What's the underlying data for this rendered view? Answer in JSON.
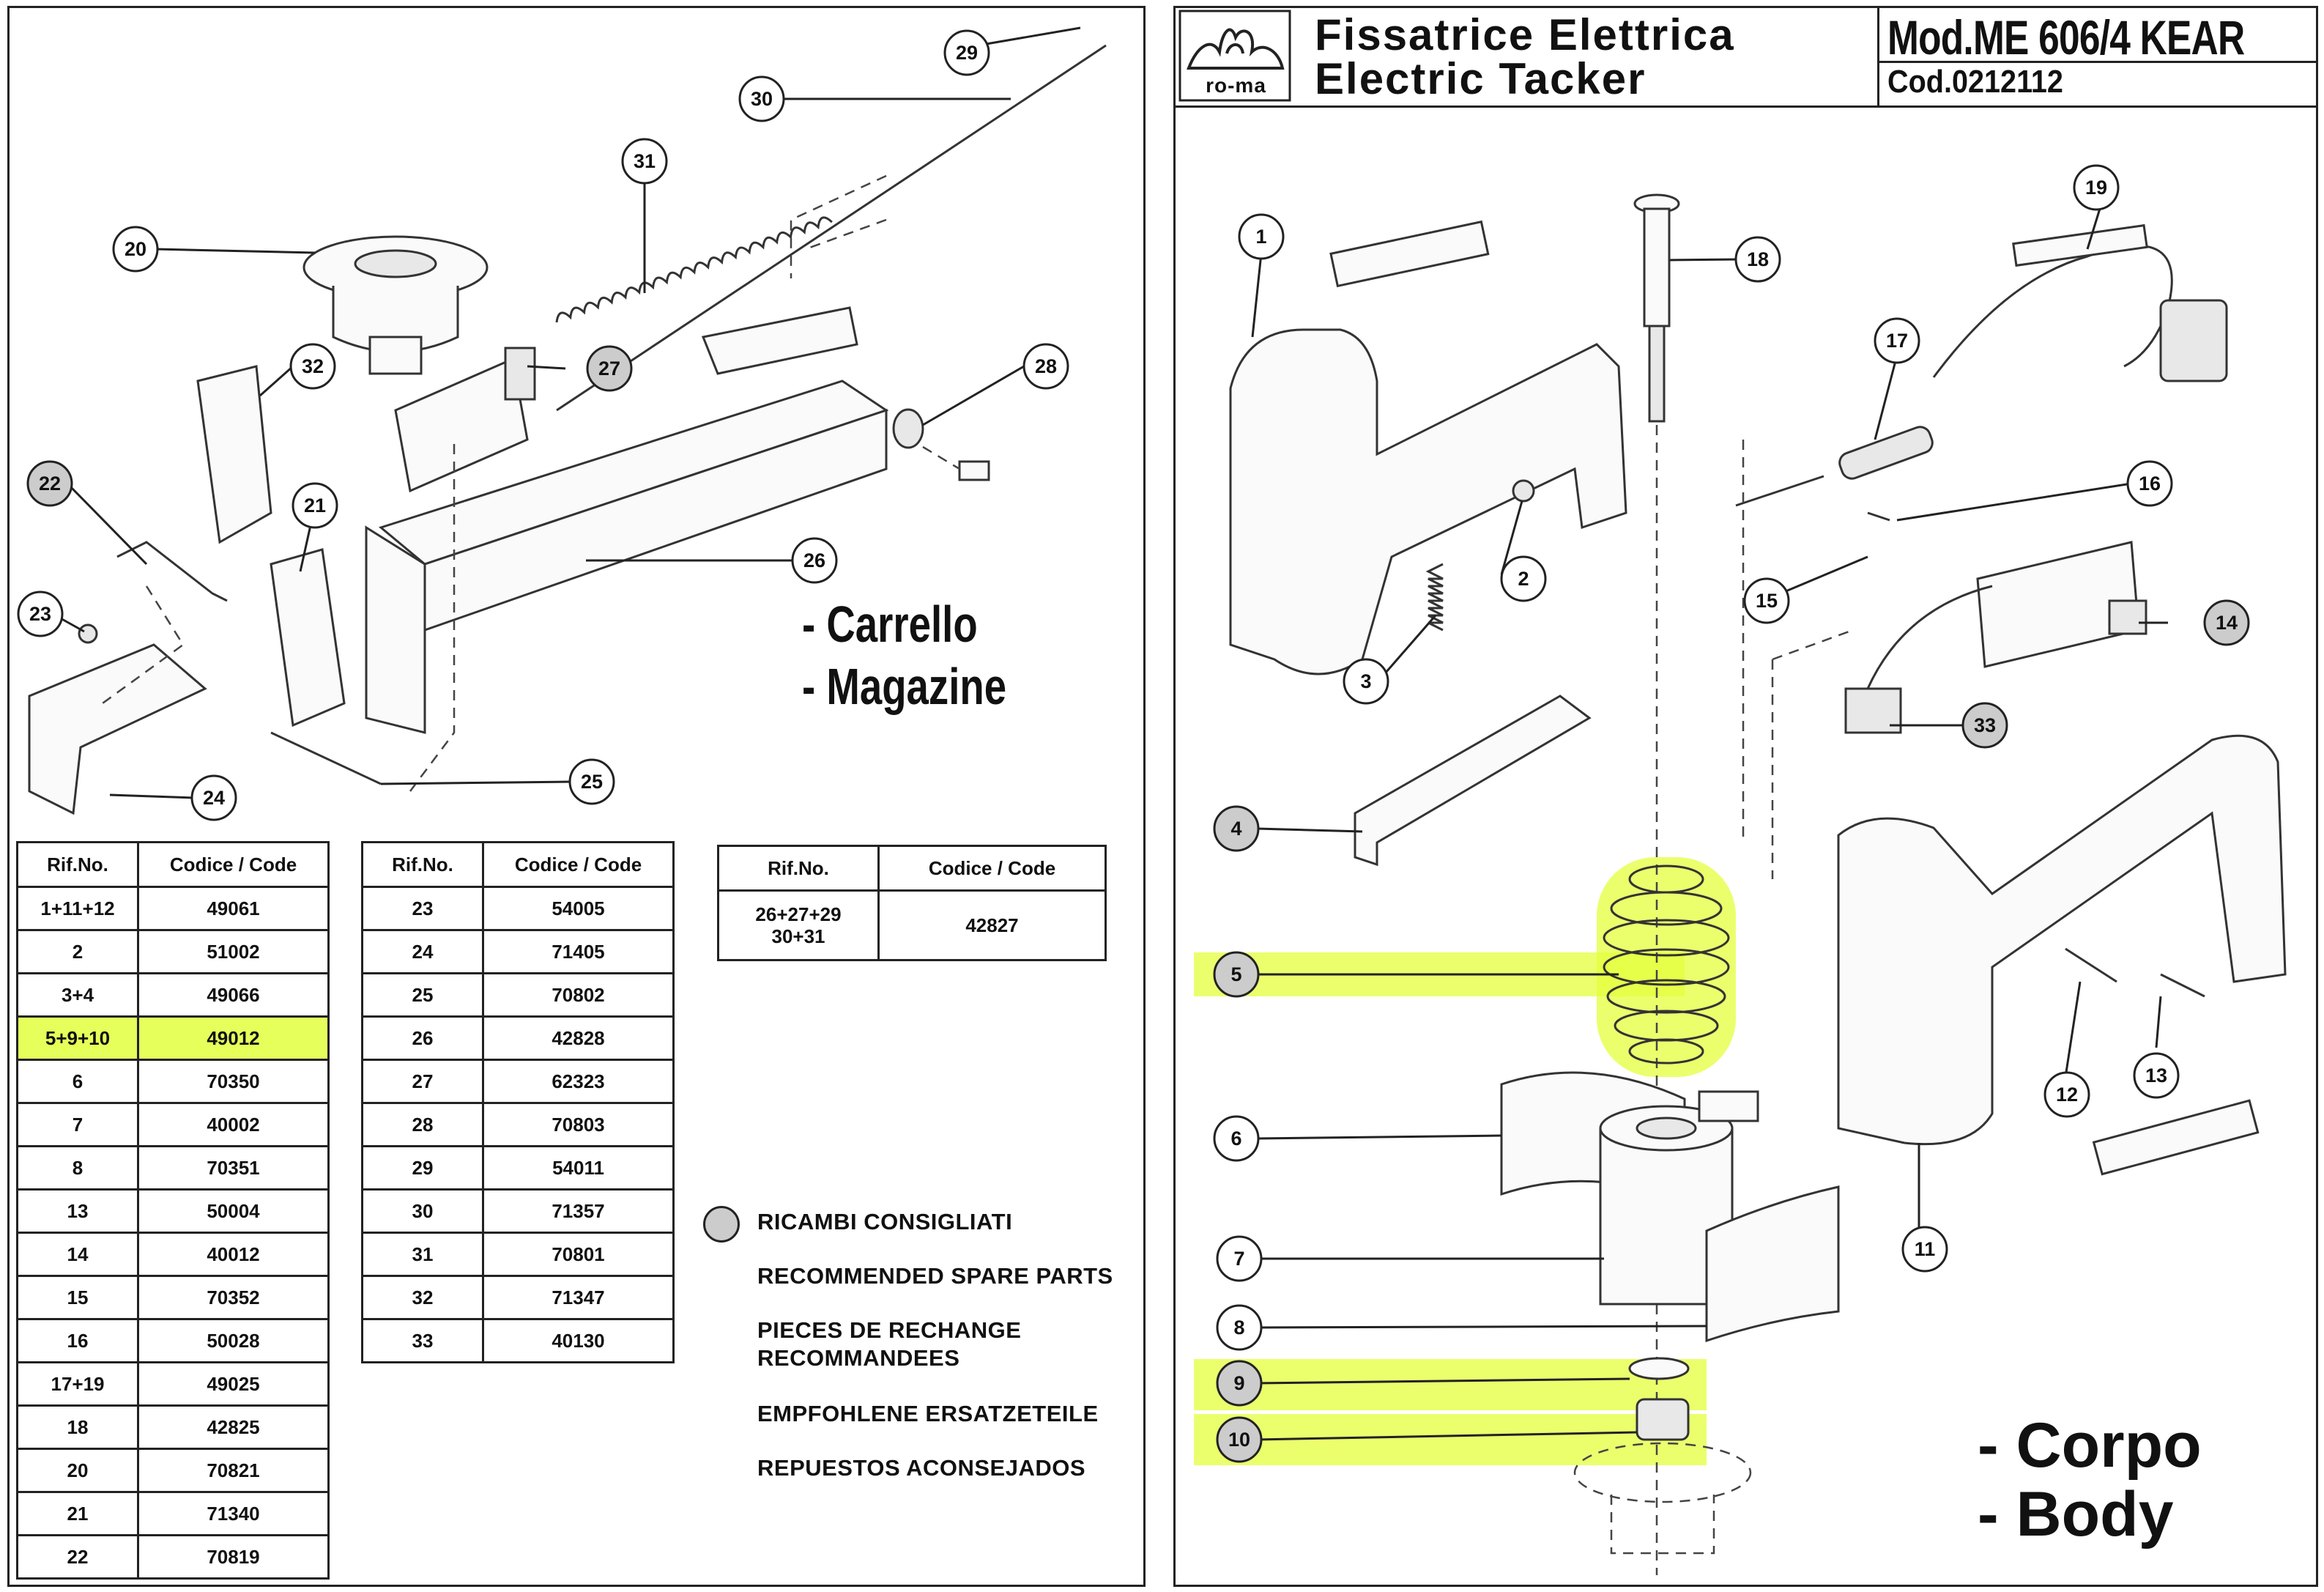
{
  "header": {
    "logo_text": "ro-ma",
    "title_it": "Fissatrice Elettrica",
    "title_en": "Electric Tacker",
    "model": "Mod.ME 606/4 KEAR",
    "code": "Cod.0212112"
  },
  "sections": {
    "magazine_it": "- Carrello",
    "magazine_en": "- Magazine",
    "body_it": "- Corpo",
    "body_en": "- Body"
  },
  "legend": {
    "lines": [
      "RICAMBI CONSIGLIATI",
      "RECOMMENDED SPARE PARTS",
      "PIECES DE RECHANGE",
      "RECOMMANDEES",
      "EMPFOHLENE ERSATZETEILE",
      "REPUESTOS ACONSEJADOS"
    ]
  },
  "tables": {
    "headers": {
      "ref": "Rif.No.",
      "code": "Codice / Code"
    },
    "table_a": [
      {
        "ref": "1+11+12",
        "code": "49061"
      },
      {
        "ref": "2",
        "code": "51002"
      },
      {
        "ref": "3+4",
        "code": "49066"
      },
      {
        "ref": "5+9+10",
        "code": "49012",
        "highlight": true
      },
      {
        "ref": "6",
        "code": "70350"
      },
      {
        "ref": "7",
        "code": "40002"
      },
      {
        "ref": "8",
        "code": "70351"
      },
      {
        "ref": "13",
        "code": "50004"
      },
      {
        "ref": "14",
        "code": "40012"
      },
      {
        "ref": "15",
        "code": "70352"
      },
      {
        "ref": "16",
        "code": "50028"
      },
      {
        "ref": "17+19",
        "code": "49025"
      },
      {
        "ref": "18",
        "code": "42825"
      },
      {
        "ref": "20",
        "code": "70821"
      },
      {
        "ref": "21",
        "code": "71340"
      },
      {
        "ref": "22",
        "code": "70819"
      }
    ],
    "table_b": [
      {
        "ref": "23",
        "code": "54005"
      },
      {
        "ref": "24",
        "code": "71405"
      },
      {
        "ref": "25",
        "code": "70802"
      },
      {
        "ref": "26",
        "code": "42828"
      },
      {
        "ref": "27",
        "code": "62323"
      },
      {
        "ref": "28",
        "code": "70803"
      },
      {
        "ref": "29",
        "code": "54011"
      },
      {
        "ref": "30",
        "code": "71357"
      },
      {
        "ref": "31",
        "code": "70801"
      },
      {
        "ref": "32",
        "code": "71347"
      },
      {
        "ref": "33",
        "code": "40130"
      }
    ],
    "table_c": [
      {
        "ref_line1": "26+27+29",
        "ref_line2": "30+31",
        "code": "42827"
      }
    ]
  },
  "callouts": {
    "c1": "1",
    "c2": "2",
    "c3": "3",
    "c4": "4",
    "c5": "5",
    "c6": "6",
    "c7": "7",
    "c8": "8",
    "c9": "9",
    "c10": "10",
    "c11": "11",
    "c12": "12",
    "c13": "13",
    "c14": "14",
    "c15": "15",
    "c16": "16",
    "c17": "17",
    "c18": "18",
    "c19": "19",
    "c20": "20",
    "c21": "21",
    "c22": "22",
    "c23": "23",
    "c24": "24",
    "c25": "25",
    "c26": "26",
    "c27": "27",
    "c28": "28",
    "c29": "29",
    "c30": "30",
    "c31": "31",
    "c32": "32",
    "c33": "33"
  },
  "colors": {
    "highlight": "#e4ff3c",
    "recommended_fill": "#cccccc"
  }
}
